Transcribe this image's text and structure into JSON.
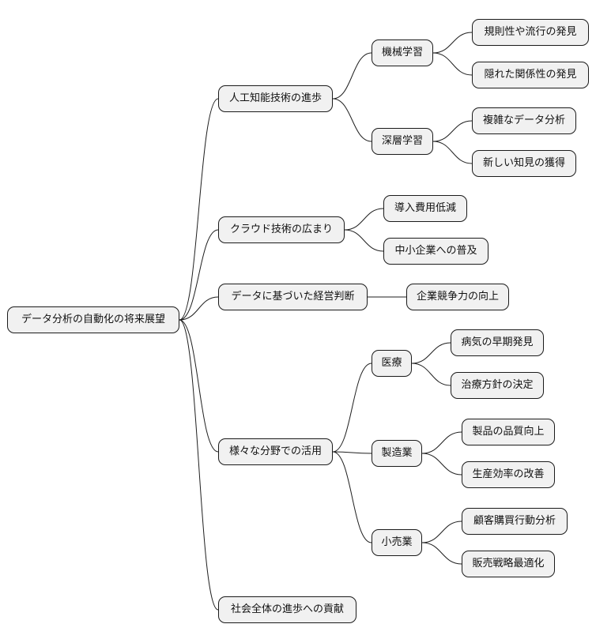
{
  "colors": {
    "node_fill": "#f1f1f1",
    "node_border": "#1b1b1b",
    "edge": "#1f1f1f",
    "background": "#ffffff"
  },
  "mindmap": {
    "root": {
      "label": "データ分析の自動化の将来展望"
    },
    "branches": [
      {
        "label": "人工知能技術の進歩",
        "children": [
          {
            "label": "機械学習",
            "children": [
              {
                "label": "規則性や流行の発見"
              },
              {
                "label": "隠れた関係性の発見"
              }
            ]
          },
          {
            "label": "深層学習",
            "children": [
              {
                "label": "複雑なデータ分析"
              },
              {
                "label": "新しい知見の獲得"
              }
            ]
          }
        ]
      },
      {
        "label": "クラウド技術の広まり",
        "children": [
          {
            "label": "導入費用低減"
          },
          {
            "label": "中小企業への普及"
          }
        ]
      },
      {
        "label": "データに基づいた経営判断",
        "children": [
          {
            "label": "企業競争力の向上"
          }
        ]
      },
      {
        "label": "様々な分野での活用",
        "children": [
          {
            "label": "医療",
            "children": [
              {
                "label": "病気の早期発見"
              },
              {
                "label": "治療方針の決定"
              }
            ]
          },
          {
            "label": "製造業",
            "children": [
              {
                "label": "製品の品質向上"
              },
              {
                "label": "生産効率の改善"
              }
            ]
          },
          {
            "label": "小売業",
            "children": [
              {
                "label": "顧客購買行動分析"
              },
              {
                "label": "販売戦略最適化"
              }
            ]
          }
        ]
      },
      {
        "label": "社会全体の進歩への貢献"
      }
    ]
  }
}
